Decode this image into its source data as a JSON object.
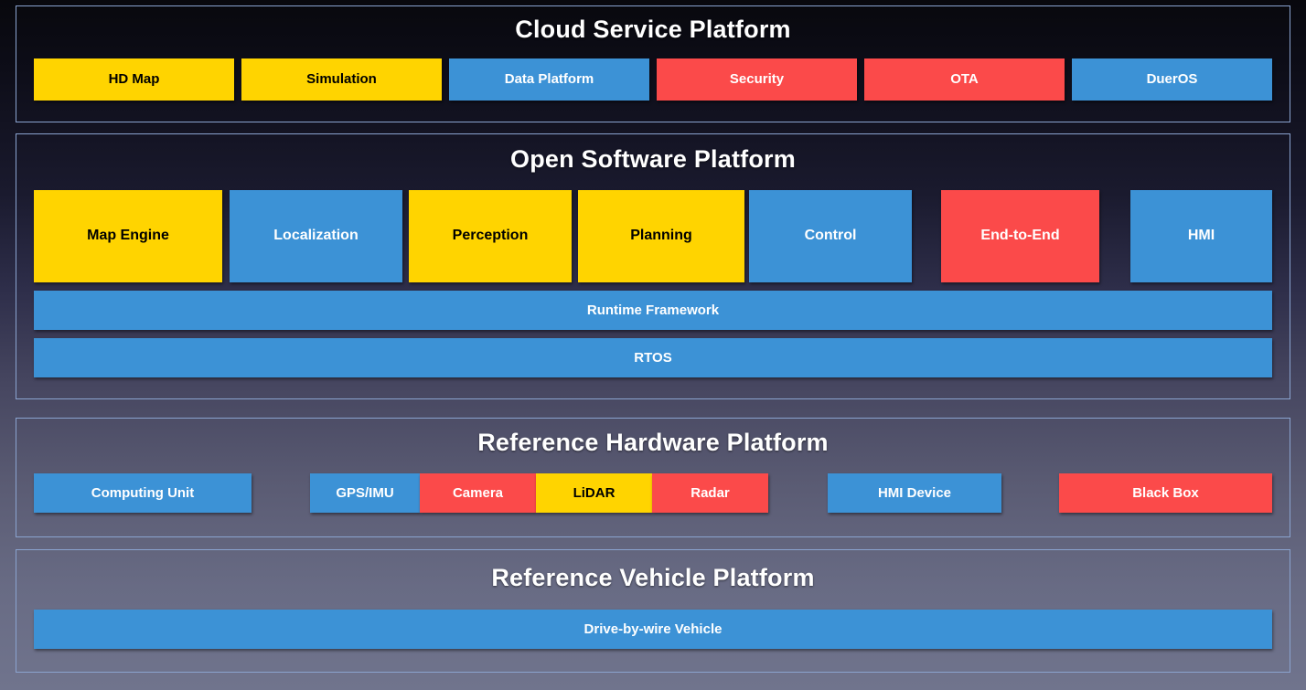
{
  "colors": {
    "yellow": "#ffd400",
    "blue": "#3c92d6",
    "red": "#fb4a4a",
    "panel_border": "#8aa3cf",
    "title_text": "#ffffff"
  },
  "panels": [
    {
      "id": "cloud",
      "title": "Cloud Service Platform",
      "blocks": [
        {
          "label": "HD Map",
          "color": "yellow"
        },
        {
          "label": "Simulation",
          "color": "yellow"
        },
        {
          "label": "Data Platform",
          "color": "blue"
        },
        {
          "label": "Security",
          "color": "red"
        },
        {
          "label": "OTA",
          "color": "red"
        },
        {
          "label": "DuerOS",
          "color": "blue"
        }
      ]
    },
    {
      "id": "software",
      "title": "Open Software Platform",
      "blocks": [
        {
          "label": "Map Engine",
          "color": "yellow"
        },
        {
          "label": "Localization",
          "color": "blue"
        },
        {
          "label": "Perception",
          "color": "yellow"
        },
        {
          "label": "Planning",
          "color": "yellow"
        },
        {
          "label": "Control",
          "color": "blue"
        },
        {
          "label": "End-to-End",
          "color": "red"
        },
        {
          "label": "HMI",
          "color": "blue"
        }
      ],
      "bars": [
        {
          "label": "Runtime Framework",
          "color": "blue"
        },
        {
          "label": "RTOS",
          "color": "blue"
        }
      ]
    },
    {
      "id": "hardware",
      "title": "Reference Hardware Platform",
      "blocks": [
        {
          "label": "Computing Unit",
          "color": "blue"
        },
        {
          "label": "GPS/IMU",
          "color": "blue"
        },
        {
          "label": "Camera",
          "color": "red"
        },
        {
          "label": "LiDAR",
          "color": "yellow"
        },
        {
          "label": "Radar",
          "color": "red"
        },
        {
          "label": "HMI Device",
          "color": "blue"
        },
        {
          "label": "Black Box",
          "color": "red"
        }
      ]
    },
    {
      "id": "vehicle",
      "title": "Reference Vehicle Platform",
      "bars": [
        {
          "label": "Drive-by-wire Vehicle",
          "color": "blue"
        }
      ]
    }
  ]
}
